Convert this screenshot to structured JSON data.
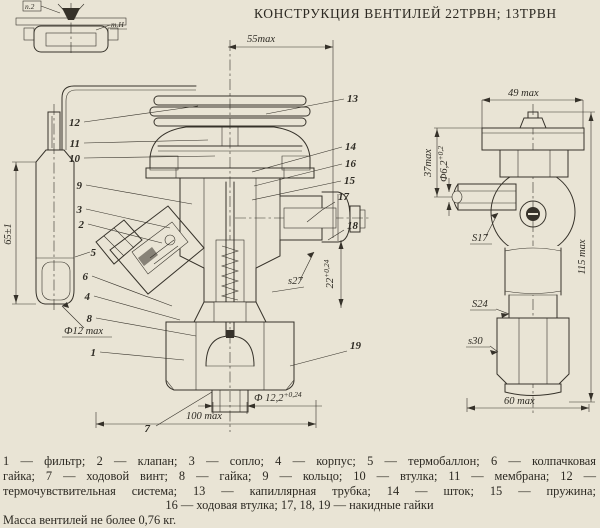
{
  "title": "КОНСТРУКЦИЯ ВЕНТИЛЕЙ 22ТРВН; 13ТРВН",
  "detail_view": {
    "label_a": "п.2",
    "label_b": "т.Н"
  },
  "main_view": {
    "dims": {
      "top_width": "55max",
      "bulb_height": "65±1",
      "bulb_dia": "Ф12 max",
      "outlet_flats": "s27",
      "outlet_depth_val": "22",
      "outlet_depth_tol": "+0,24",
      "spigot_dia_val": "Ф 12,2",
      "spigot_dia_tol": "+0,24",
      "total_width": "100 max"
    },
    "callouts_left": [
      "12",
      "11",
      "10",
      "9",
      "3",
      "2",
      "5",
      "6",
      "4",
      "8",
      "1",
      "7"
    ],
    "callouts_right": [
      "13",
      "14",
      "16",
      "15",
      "17",
      "18",
      "19"
    ]
  },
  "side_view": {
    "dims": {
      "flange_width": "49 max",
      "top_height": "37max",
      "hole_dia_val": "Ф6,2",
      "hole_dia_tol": "+0,2",
      "flats_17": "S17",
      "flats_24": "S24",
      "flats_30": "s30",
      "total_height": "115 max",
      "bottom_width": "60 max"
    }
  },
  "legend": {
    "lines": [
      "1 — фильтр; 2 — клапан; 3 — сопло; 4 — корпус; 5 — термобаллон; 6 — колпачковая",
      "гайка; 7 — ходовой винт; 8 — гайка; 9 — кольцо; 10 — втулка; 11 — мембрана; 12 —",
      "термочувствительная система; 13 — капиллярная трубка; 14 — шток; 15 — пружина;",
      "16 — ходовая втулка; 17, 18, 19 — накидные гайки"
    ],
    "mass_note": "Масса вентилей не более 0,76 кг."
  }
}
